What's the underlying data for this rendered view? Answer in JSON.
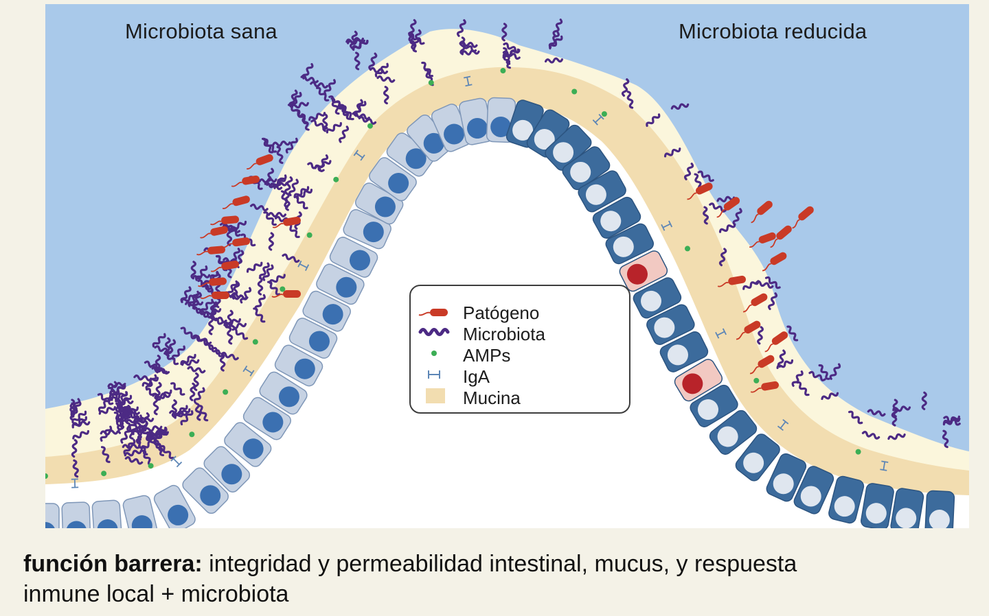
{
  "diagram": {
    "left_label": "Microbiota sana",
    "right_label": "Microbiota reducida"
  },
  "legend": {
    "items": [
      {
        "label": "Patógeno",
        "icon": "pathogen-icon"
      },
      {
        "label": "Microbiota",
        "icon": "microbiota-icon"
      },
      {
        "label": "AMPs",
        "icon": "amp-dot-icon"
      },
      {
        "label": "IgA",
        "icon": "iga-icon"
      },
      {
        "label": "Mucina",
        "icon": "mucin-swatch-icon"
      }
    ]
  },
  "caption": {
    "bold": "función barrera:",
    "line1_rest": " integridad y permeabilidad intestinal, mucus, y respuesta",
    "line2": "inmune local + microbiota"
  },
  "colors": {
    "lumen": "#a9c9ea",
    "mucin_outer": "#fbf6dc",
    "mucin_inner": "#f2ddb0",
    "cell_healthy": "#c6d2e3",
    "nucleus_healthy": "#3b70b1",
    "cell_damaged": "#3c6b9c",
    "nucleus_damaged": "#dfe6ef",
    "goblet_cell": "#f2c9c2",
    "goblet_nucleus": "#b8232a",
    "pathogen": "#c93a26",
    "microbiota": "#4c2a84",
    "amp": "#3cae55",
    "iga": "#5d86b6"
  }
}
